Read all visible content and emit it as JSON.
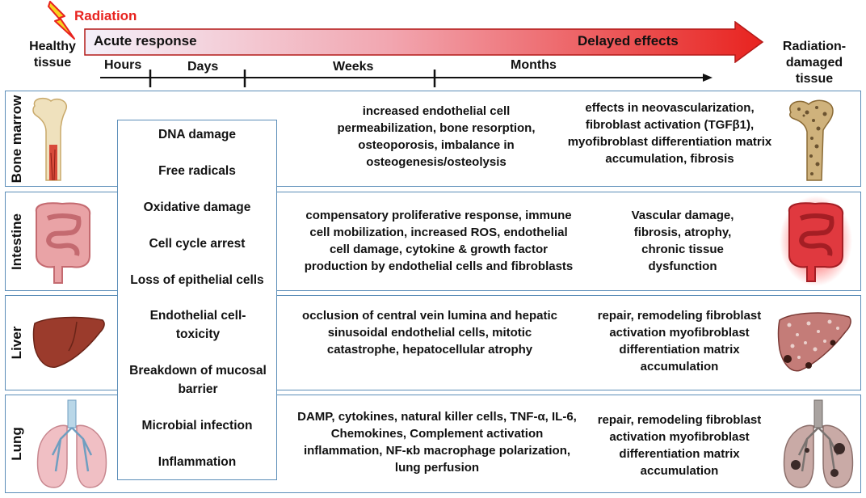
{
  "header": {
    "radiation": "Radiation",
    "healthy_tissue": "Healthy tissue",
    "acute_response": "Acute response",
    "delayed_effects": "Delayed effects",
    "damaged_tissue": "Radiation-damaged tissue"
  },
  "timeline": {
    "ticks": [
      "Hours",
      "Days",
      "Weeks",
      "Months"
    ]
  },
  "acute_list": [
    "DNA damage",
    "Free radicals",
    "Oxidative damage",
    "Cell cycle arrest",
    "Loss of epithelial cells",
    "Endothelial cell-toxicity",
    "Breakdown of mucosal barrier",
    "Microbial infection",
    "Inflammation"
  ],
  "rows": [
    {
      "organ": "Bone marrow",
      "weeks": "increased endothelial cell permeabilization, bone resorption, osteoporosis, imbalance in osteogenesis/osteolysis",
      "months": "effects in neovascularization, fibroblast activation (TGFβ1), myofibroblast differentiation matrix accumulation, fibrosis"
    },
    {
      "organ": "Intestine",
      "weeks": "compensatory proliferative response, immune cell mobilization, increased ROS, endothelial cell damage, cytokine & growth factor production by endothelial cells and fibroblasts",
      "months": "Vascular damage, fibrosis, atrophy, chronic tissue dysfunction"
    },
    {
      "organ": "Liver",
      "weeks": "occlusion of central vein lumina and hepatic sinusoidal endothelial cells, mitotic catastrophe, hepatocellular atrophy",
      "months": "repair, remodeling fibroblast activation myofibroblast differentiation matrix accumulation"
    },
    {
      "organ": "Lung",
      "weeks": "DAMP, cytokines, natural killer cells, TNF-α, IL-6, Chemokines, Complement activation inflammation, NF-κb macrophage polarization, lung perfusion",
      "months": "repair, remodeling fibroblast activation myofibroblast differentiation matrix accumulation"
    }
  ],
  "colors": {
    "arrow_start": "#f4f0fa",
    "arrow_end": "#e8231f",
    "box_border": "#5b8db8",
    "radiation_text": "#e8231f",
    "bolt": "#f7d31e"
  }
}
